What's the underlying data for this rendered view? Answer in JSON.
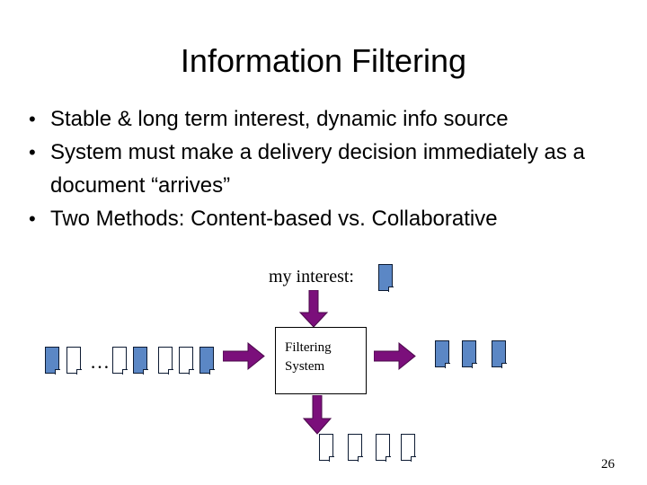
{
  "slide": {
    "title": "Information Filtering",
    "page_number": "26",
    "background_color": "#ffffff",
    "text_color": "#000000"
  },
  "bullets": [
    {
      "marker": "•",
      "text": "Stable & long term interest, dynamic info source"
    },
    {
      "marker": "•",
      "text": "System must make a delivery decision immediately as a document “arrives”"
    },
    {
      "marker": "•",
      "text": "Two Methods: Content-based vs. Collaborative"
    }
  ],
  "diagram": {
    "interest_label": "my interest:",
    "system_box": {
      "line1": "Filtering",
      "line2": "System"
    },
    "ellipsis": "…",
    "colors": {
      "document_blue": "#5b87c5",
      "document_white": "#ffffff",
      "document_border": "#0d1b33",
      "arrow_purple": "#7b0f7b",
      "box_border": "#000000"
    },
    "input_stream_documents": [
      {
        "fill": "blue"
      },
      {
        "fill": "white"
      },
      {
        "fill": "white"
      },
      {
        "fill": "blue"
      },
      {
        "fill": "white"
      },
      {
        "fill": "white"
      },
      {
        "fill": "blue"
      }
    ],
    "output_documents": [
      {
        "fill": "blue"
      },
      {
        "fill": "blue"
      },
      {
        "fill": "blue"
      }
    ],
    "rejected_documents": [
      {
        "fill": "white"
      },
      {
        "fill": "white"
      },
      {
        "fill": "white"
      },
      {
        "fill": "white"
      }
    ],
    "interest_document": {
      "fill": "blue"
    },
    "arrows": [
      {
        "name": "interest-to-system",
        "direction": "down"
      },
      {
        "name": "stream-to-system",
        "direction": "right"
      },
      {
        "name": "system-to-output",
        "direction": "right"
      },
      {
        "name": "system-to-rejected",
        "direction": "down"
      }
    ]
  }
}
